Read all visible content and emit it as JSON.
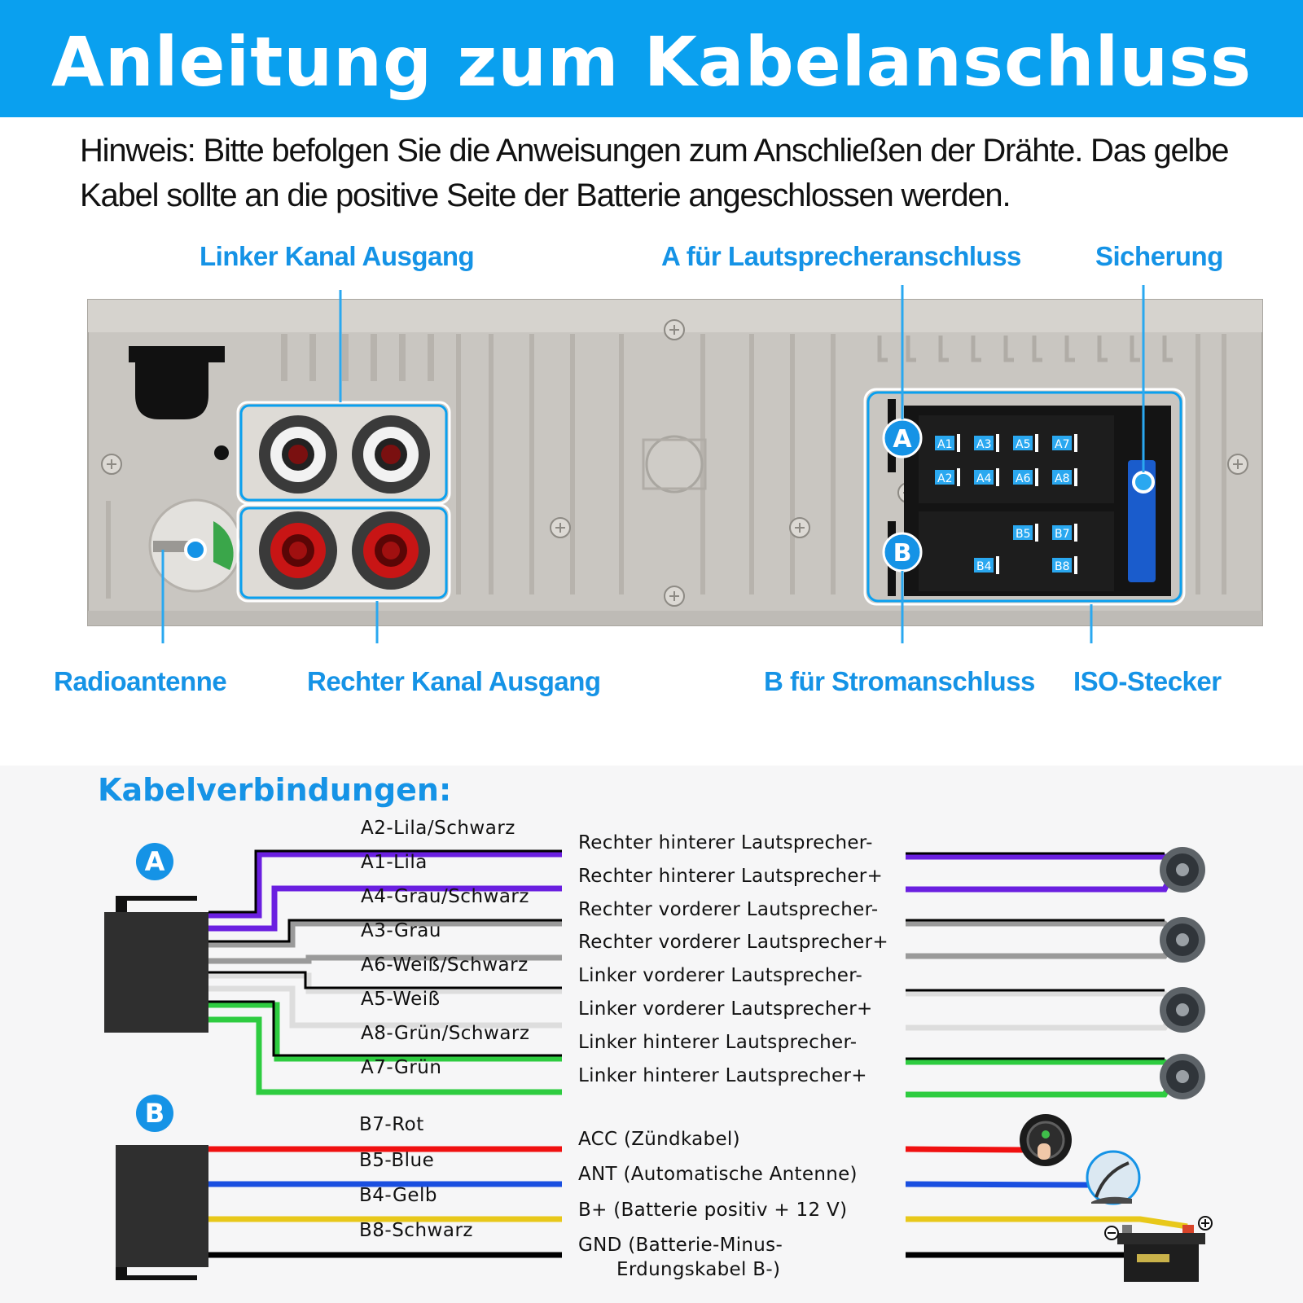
{
  "header": {
    "title": "Anleitung zum Kabelanschluss"
  },
  "note": "Hinweis: Bitte befolgen Sie die Anweisungen zum Anschließen der Drähte. Das gelbe Kabel sollte an die positive Seite der Batterie angeschlossen werden.",
  "callouts": {
    "left_channel": "Linker Kanal Ausgang",
    "speaker_a": "A für Lautsprecheranschluss",
    "fuse": "Sicherung",
    "antenna": "Radioantenne",
    "right_channel": "Rechter Kanal Ausgang",
    "power_b": "B für Stromanschluss",
    "iso": "ISO-Stecker"
  },
  "iso_pins": {
    "a_row1": [
      "A1",
      "A3",
      "A5",
      "A7"
    ],
    "a_row2": [
      "A2",
      "A4",
      "A6",
      "A8"
    ],
    "b_row1": [
      "B5",
      "B7"
    ],
    "b_row2": [
      "B4",
      "B8"
    ]
  },
  "badges": {
    "a": "A",
    "b": "B"
  },
  "section_title": "Kabelverbindungen:",
  "wires_a": [
    {
      "label": "A2-Lila/Schwarz",
      "desc": "Rechter hinterer Lautsprecher-",
      "color": "#6a1fe0",
      "stripe": "#000000"
    },
    {
      "label": "A1-Lila",
      "desc": "Rechter hinterer Lautsprecher+",
      "color": "#6a1fe0",
      "stripe": ""
    },
    {
      "label": "A4-Grau/Schwarz",
      "desc": "Rechter vorderer Lautsprecher-",
      "color": "#9a9a9a",
      "stripe": "#000000"
    },
    {
      "label": "A3-Grau",
      "desc": "Rechter vorderer Lautsprecher+",
      "color": "#9a9a9a",
      "stripe": ""
    },
    {
      "label": "A6-Weiß/Schwarz",
      "desc": "Linker vorderer Lautsprecher-",
      "color": "#dddddd",
      "stripe": "#000000"
    },
    {
      "label": "A5-Weiß",
      "desc": "Linker vorderer Lautsprecher+",
      "color": "#dddddd",
      "stripe": ""
    },
    {
      "label": "A8-Grün/Schwarz",
      "desc": "Linker hinterer Lautsprecher-",
      "color": "#2ecc40",
      "stripe": "#000000"
    },
    {
      "label": "A7-Grün",
      "desc": "Linker hinterer Lautsprecher+",
      "color": "#2ecc40",
      "stripe": ""
    }
  ],
  "wires_b": [
    {
      "label": "B7-Rot",
      "desc": "ACC (Zündkabel)",
      "color": "#f01010"
    },
    {
      "label": "B5-Blue",
      "desc": "ANT (Automatische Antenne)",
      "color": "#1a4fe0"
    },
    {
      "label": "B4-Gelb",
      "desc": "B+ (Batterie positiv + 12 V)",
      "color": "#e8c81a"
    },
    {
      "label": "B8-Schwarz",
      "desc": "GND (Batterie-Minus-",
      "desc2": "Erdungskabel B-)",
      "color": "#000000"
    }
  ],
  "colors": {
    "accent": "#1593e6",
    "header": "#0aa0ef"
  }
}
